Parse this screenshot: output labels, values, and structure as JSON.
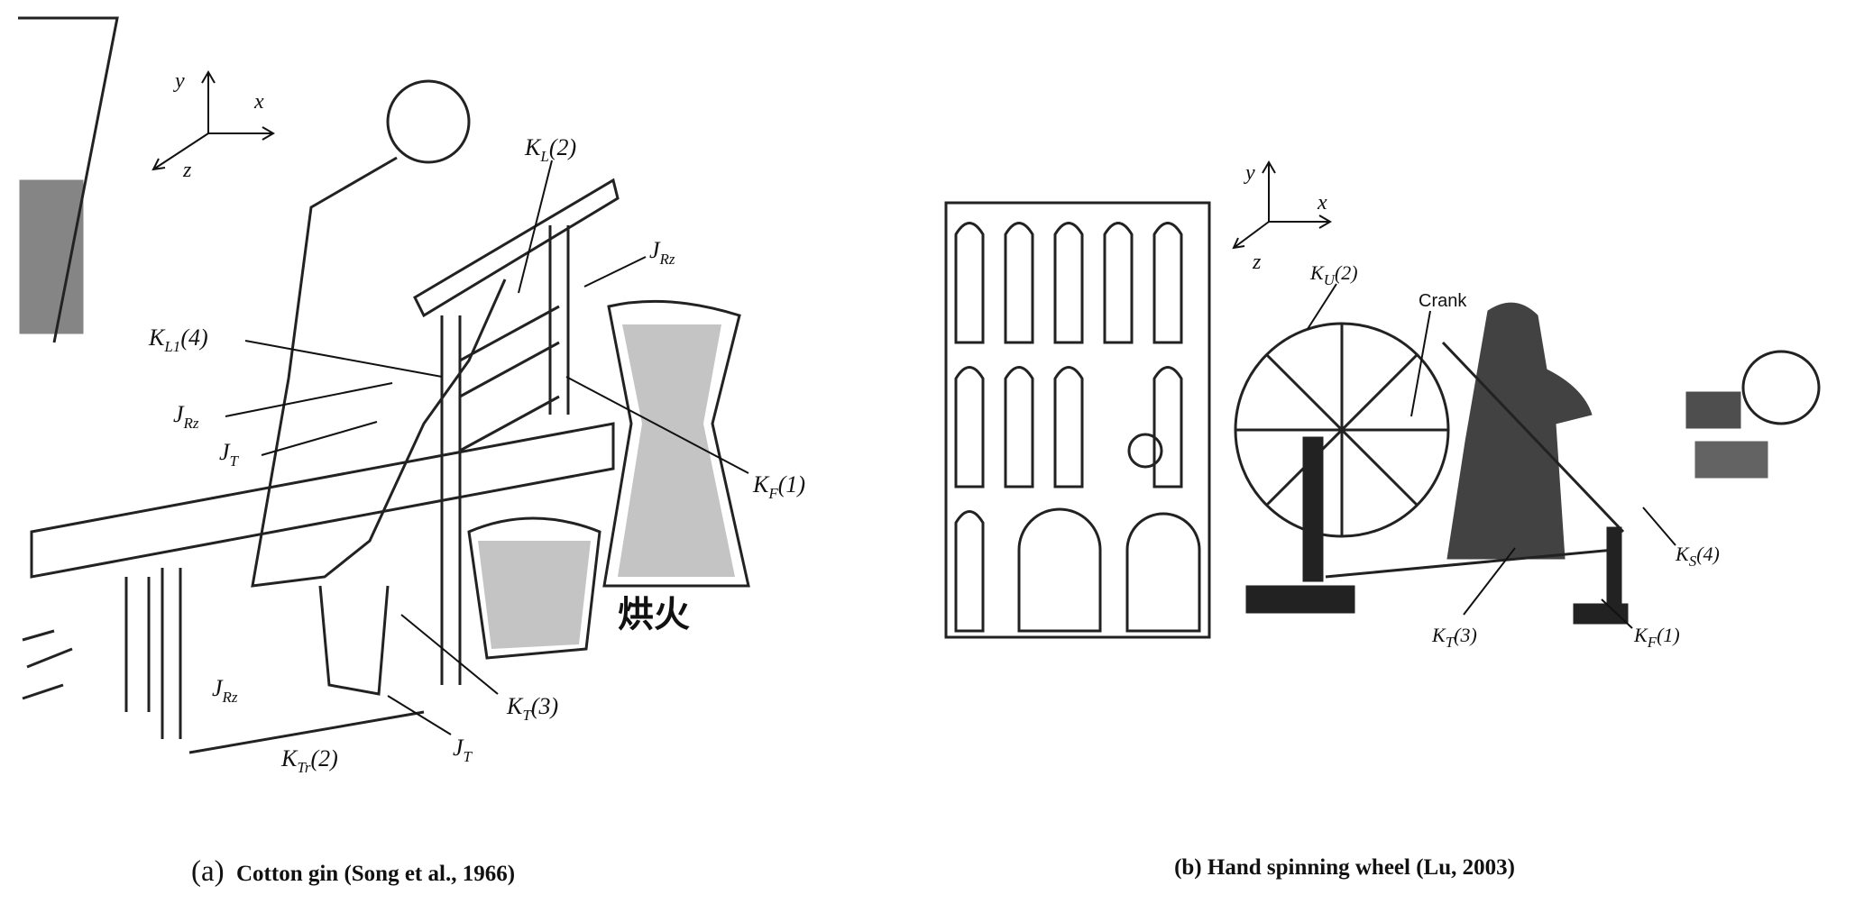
{
  "panel_a": {
    "caption_prefix": "(a)",
    "caption": "Cotton gin (Song et al., 1966)",
    "axes": {
      "x": "x",
      "y": "y",
      "z": "z"
    },
    "stamp_text": "烘火",
    "labels": [
      {
        "main": "K",
        "sub": "L",
        "suffix": "(2)"
      },
      {
        "main": "J",
        "sub": "Rz",
        "suffix": ""
      },
      {
        "main": "K",
        "sub": "L1",
        "suffix": "(4)"
      },
      {
        "main": "J",
        "sub": "Rz",
        "suffix": ""
      },
      {
        "main": "J",
        "sub": "T",
        "suffix": ""
      },
      {
        "main": "K",
        "sub": "F",
        "suffix": "(1)"
      },
      {
        "main": "K",
        "sub": "T",
        "suffix": "(3)"
      },
      {
        "main": "J",
        "sub": "Rz",
        "suffix": ""
      },
      {
        "main": "K",
        "sub": "Tr",
        "suffix": "(2)"
      },
      {
        "main": "J",
        "sub": "T",
        "suffix": ""
      }
    ]
  },
  "panel_b": {
    "caption": "(b) Hand spinning wheel (Lu, 2003)",
    "axes": {
      "x": "x",
      "y": "y",
      "z": "z"
    },
    "crank_label": "Crank",
    "labels": [
      {
        "main": "K",
        "sub": "U",
        "suffix": "(2)"
      },
      {
        "main": "K",
        "sub": "S",
        "suffix": "(4)"
      },
      {
        "main": "K",
        "sub": "T",
        "suffix": "(3)"
      },
      {
        "main": "K",
        "sub": "F",
        "suffix": "(1)"
      }
    ]
  }
}
